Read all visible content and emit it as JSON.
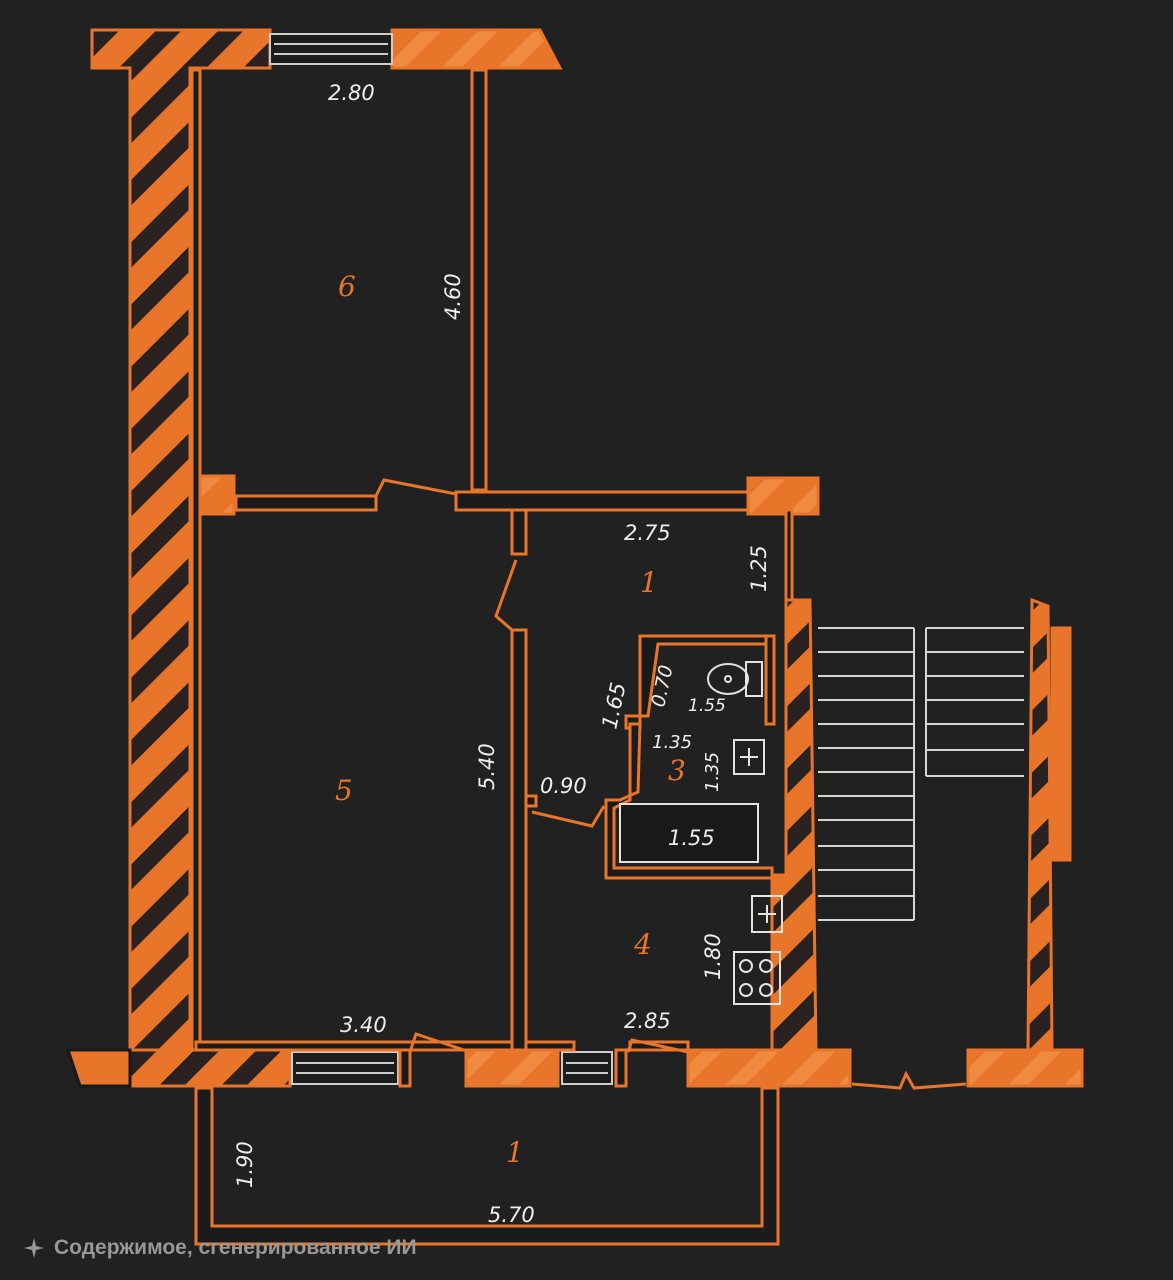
{
  "colors": {
    "background": "#222121",
    "wall": "#e8752a",
    "wall_dark": "#1e1d1d",
    "text": "#f0eeea"
  },
  "rooms": {
    "r6": "6",
    "r5": "5",
    "r1_hall": "1",
    "r3": "3",
    "r4": "4",
    "r1_balcony": "1"
  },
  "dimensions": {
    "r6_width": "2.80",
    "r6_length": "4.60",
    "hall_width": "2.75",
    "hall_depth": "1.25",
    "r5_length": "5.40",
    "r5_width": "3.40",
    "door_width": "0.90",
    "wc_width": "1.65",
    "wc_depth": "0.70",
    "wc_inner": "1.55",
    "bath_width": "1.35",
    "bath_depth": "1.35",
    "bathtub_len": "1.55",
    "kitchen_depth": "1.80",
    "kitchen_width": "2.85",
    "balcony_depth": "1.90",
    "balcony_width": "5.70"
  },
  "icons": {
    "sink_bath": "plus-icon",
    "sink_kitchen": "plus-icon",
    "stove": "stove-icon",
    "toilet": "toilet-icon",
    "caption_icon": "sparkle-icon"
  },
  "caption": "Содержимое, сгенерированное ИИ"
}
